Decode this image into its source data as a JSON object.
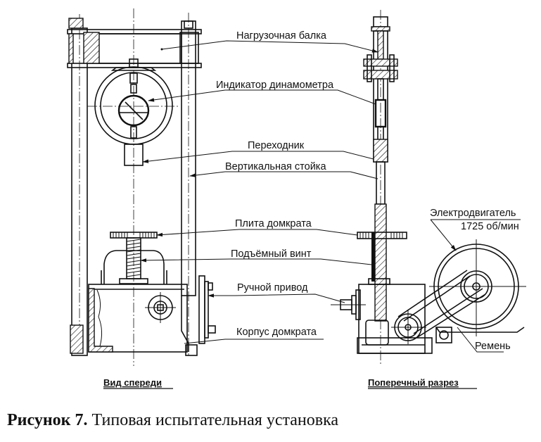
{
  "figure": {
    "caption_number": "Рисунок 7.",
    "caption_text": " Типовая испытательная установка",
    "views": {
      "front": "Вид спереди",
      "section": "Поперечный разрез"
    },
    "labels": {
      "load_beam": "Нагрузочная балка",
      "dynamometer_indicator": "Индикатор динамометра",
      "adapter": "Переходник",
      "vertical_post": "Вертикальная стойка",
      "jack_plate": "Плита домкрата",
      "lifting_screw": "Подъёмный винт",
      "hand_drive": "Ручной привод",
      "jack_body": "Корпус домкрата",
      "motor": "Электродвигатель",
      "motor_speed": "1725 об/мин",
      "belt": "Ремень"
    },
    "colors": {
      "ink": "#111111",
      "background": "#ffffff"
    }
  }
}
